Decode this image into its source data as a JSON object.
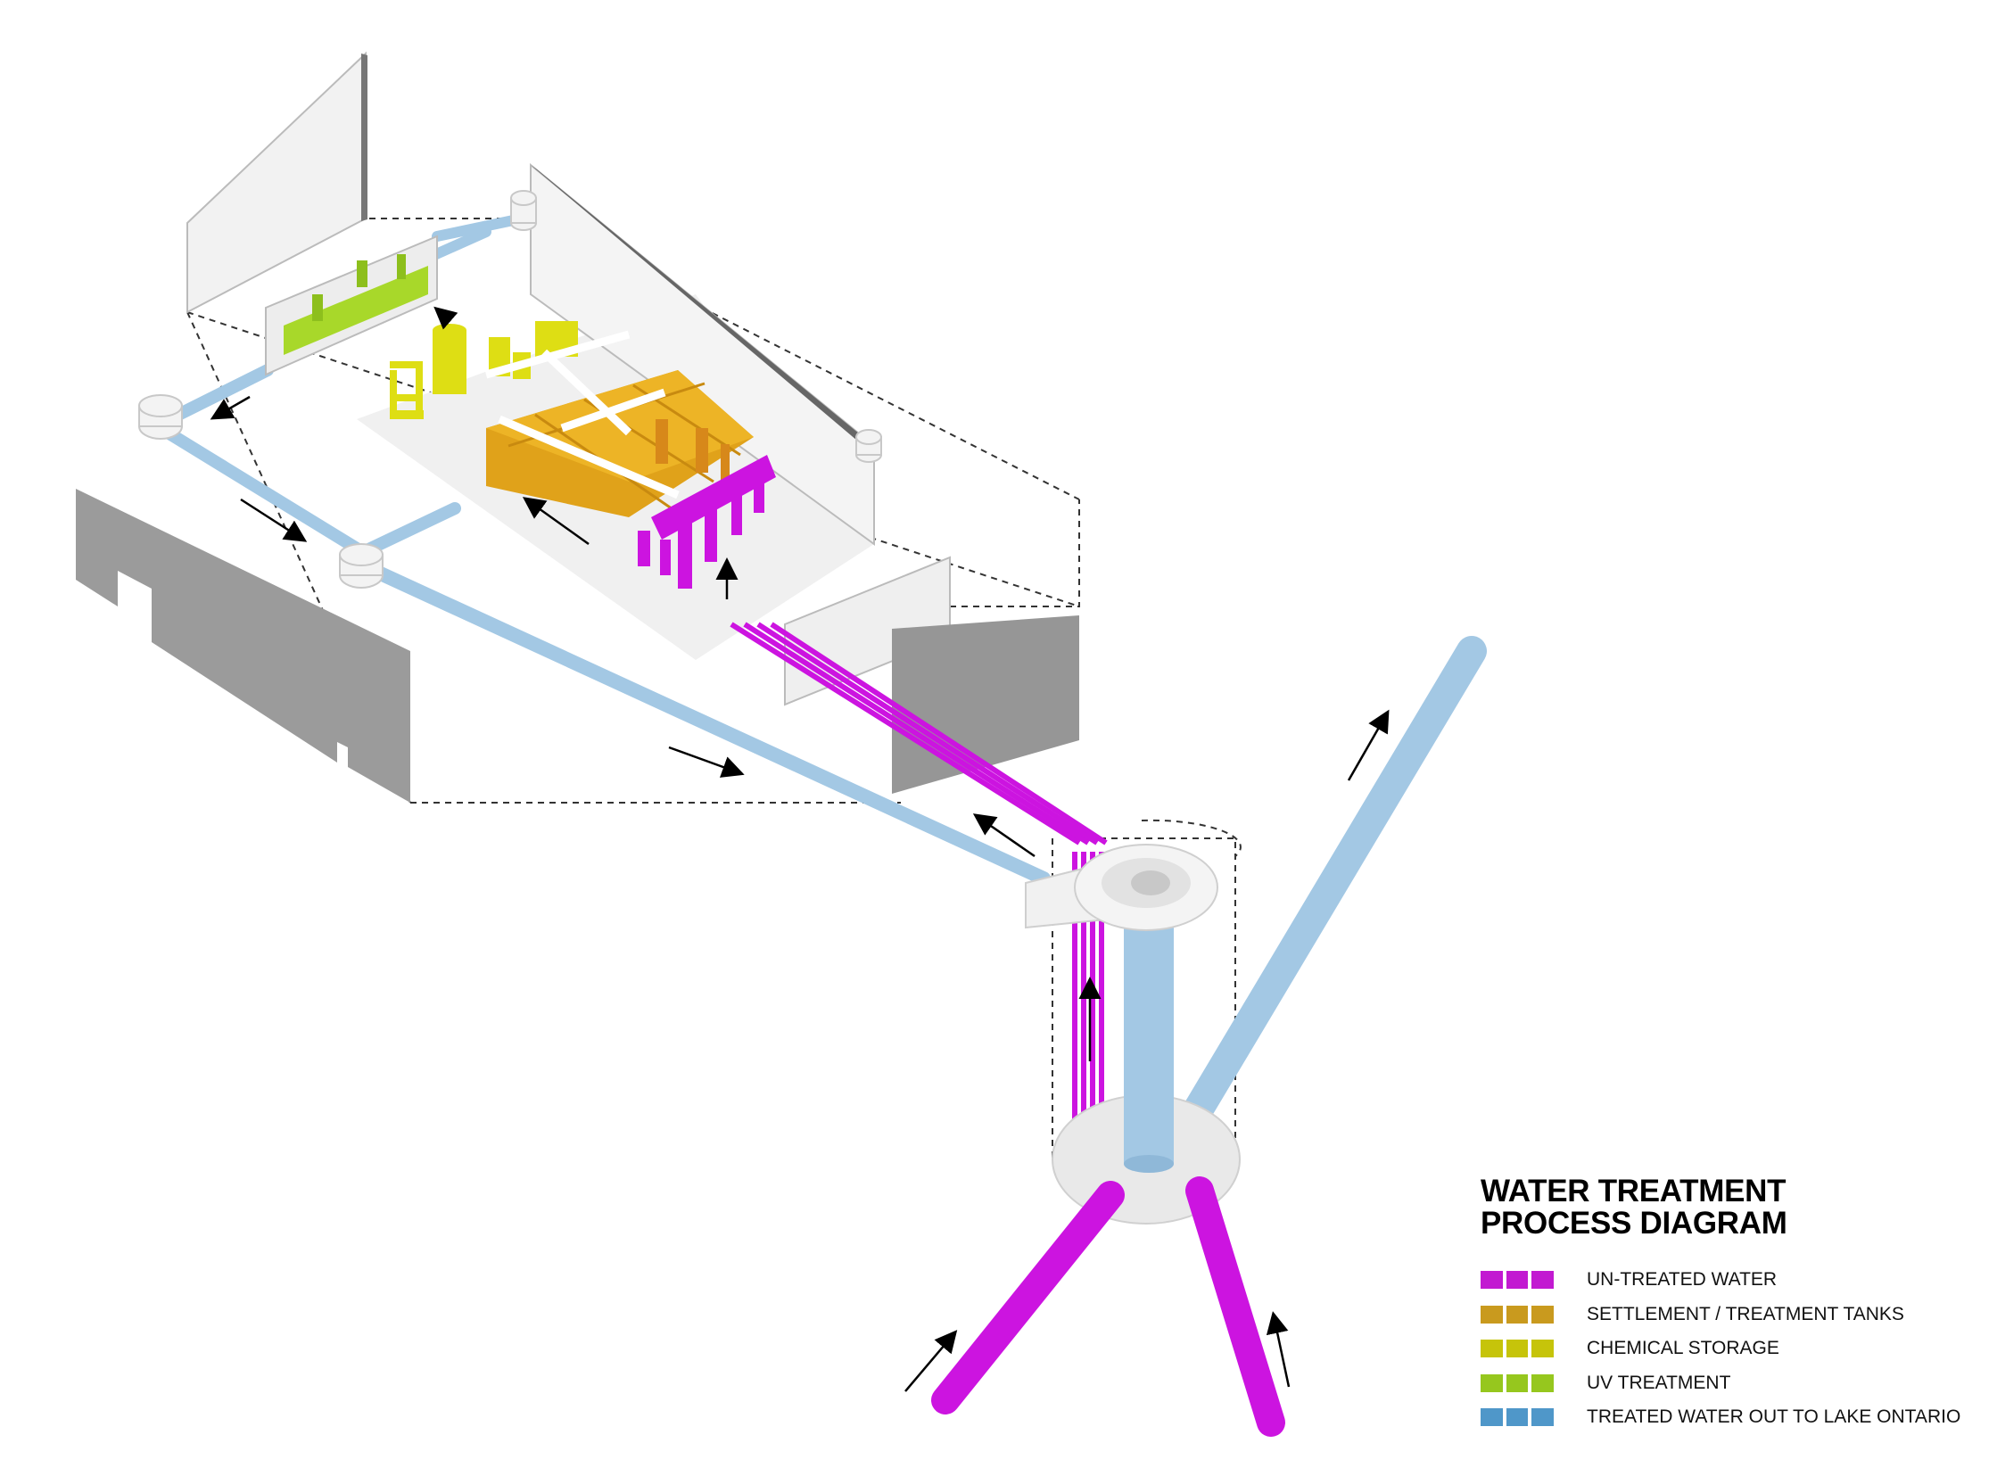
{
  "legend": {
    "title_line1": "WATER TREATMENT",
    "title_line2": "PROCESS DIAGRAM",
    "items": [
      {
        "label": "UN-TREATED WATER",
        "color": "#c21ad1"
      },
      {
        "label": "SETTLEMENT / TREATMENT TANKS",
        "color": "#c99a1e"
      },
      {
        "label": "CHEMICAL STORAGE",
        "color": "#c6c40a"
      },
      {
        "label": "UV TREATMENT",
        "color": "#96c71e"
      },
      {
        "label": "TREATED WATER OUT TO LAKE ONTARIO",
        "color": "#4f97c9"
      }
    ]
  },
  "colors": {
    "untreated": "#cc14e0",
    "tanks": "#e0a21a",
    "chemical": "#dede14",
    "uv": "#a8d82a",
    "treated": "#a3c8e4",
    "wall_white": "#f1f1f1",
    "wall_grey": "#9a9a9a"
  },
  "icons": [
    "flow-arrow-icon"
  ]
}
